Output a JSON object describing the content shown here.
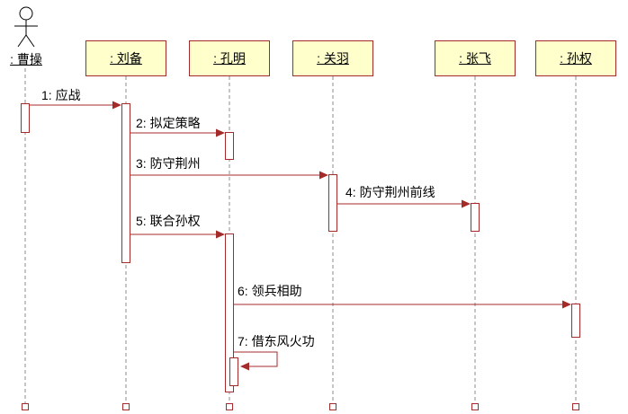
{
  "diagram": {
    "type": "uml-sequence",
    "actor": {
      "label": ": 曹操"
    },
    "objects": [
      {
        "label": ": 刘备"
      },
      {
        "label": ": 孔明"
      },
      {
        "label": ": 关羽"
      },
      {
        "label": ": 张飞"
      },
      {
        "label": ": 孙权"
      }
    ],
    "messages": [
      {
        "label": "1: 应战",
        "from": ": 曹操",
        "to": ": 刘备"
      },
      {
        "label": "2: 拟定策略",
        "from": ": 刘备",
        "to": ": 孔明"
      },
      {
        "label": "3: 防守荆州",
        "from": ": 刘备",
        "to": ": 关羽"
      },
      {
        "label": "4: 防守荆州前线",
        "from": ": 关羽",
        "to": ": 张飞"
      },
      {
        "label": "5: 联合孙权",
        "from": ": 刘备",
        "to": ": 孔明"
      },
      {
        "label": "6: 领兵相助",
        "from": ": 孔明",
        "to": ": 孙权"
      },
      {
        "label": "7: 借东风火功",
        "from": ": 孔明",
        "to": ": 孔明"
      }
    ],
    "colors": {
      "box_fill": "#ffffcc",
      "line": "#a52a2a",
      "lifeline": "#8c8c8c",
      "text": "#000000"
    }
  }
}
